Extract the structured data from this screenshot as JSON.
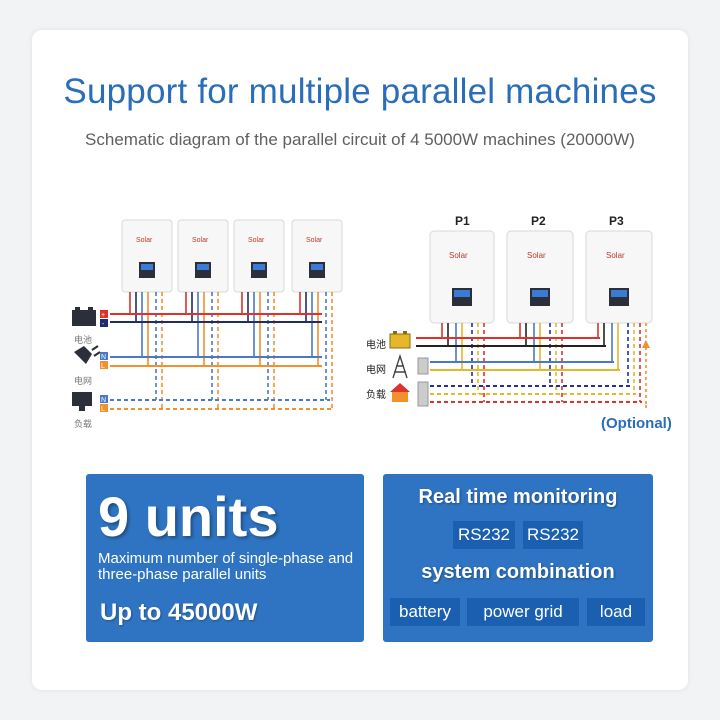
{
  "header": {
    "title": "Support for multiple parallel machines",
    "subtitle": "Schematic diagram of the parallel circuit of 4 5000W machines (20000W)"
  },
  "left_diagram": {
    "labels": {
      "battery": "电池",
      "grid": "电网",
      "load": "负载"
    },
    "terminals": {
      "plus": "+",
      "minus": "-",
      "n": "N",
      "l": "L"
    }
  },
  "right_diagram": {
    "units": [
      "P1",
      "P2",
      "P3"
    ],
    "labels": {
      "battery": "电池",
      "grid": "电网",
      "load": "负载"
    },
    "optional": "(Optional)"
  },
  "panel_left": {
    "count": "9 units",
    "description": "Maximum number of single-phase and three-phase parallel units",
    "power": "Up to 45000W"
  },
  "panel_right": {
    "title_monitoring": "Real time monitoring",
    "ports": [
      "RS232",
      "RS232"
    ],
    "title_combination": "system combination",
    "components": [
      "battery",
      "power grid",
      "load"
    ]
  },
  "colors": {
    "title_blue": "#2a6db8",
    "panel_blue": "#2f74c3",
    "chip_blue": "#1a5fb0",
    "wire_red": "#e0312a",
    "wire_orange": "#f0902e",
    "wire_blue": "#4a78c8",
    "wire_navy": "#23309b",
    "wire_yellow": "#e6b72a"
  }
}
